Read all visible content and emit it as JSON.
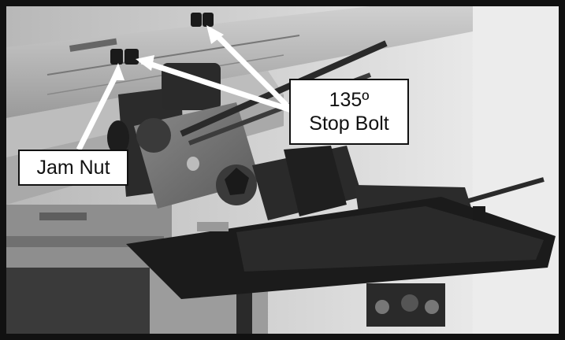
{
  "figure": {
    "subject": "photo of planer fence and table assembly with bolts",
    "colors": {
      "border": "#111111",
      "label_bg": "#ffffff",
      "label_text": "#111111",
      "arrow": "#ffffff"
    }
  },
  "labels": {
    "jam_nut": "Jam Nut",
    "stop_bolt_angle": "135º",
    "stop_bolt": "Stop Bolt"
  }
}
